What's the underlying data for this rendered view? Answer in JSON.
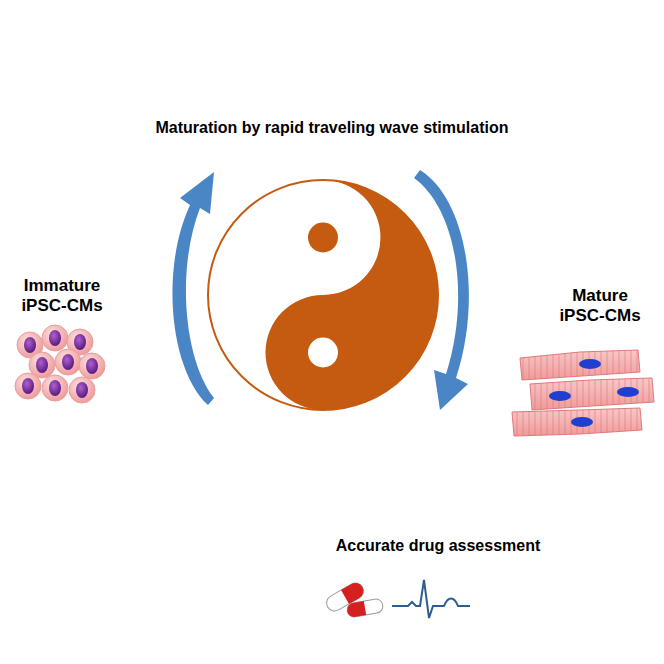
{
  "diagram": {
    "labels": [
      "Maturation by rapid traveling wave stimulation",
      "Immature iPSC-CMs",
      "Mature iPSC-CMs",
      "Accurate drug assessment"
    ]
  }
}
